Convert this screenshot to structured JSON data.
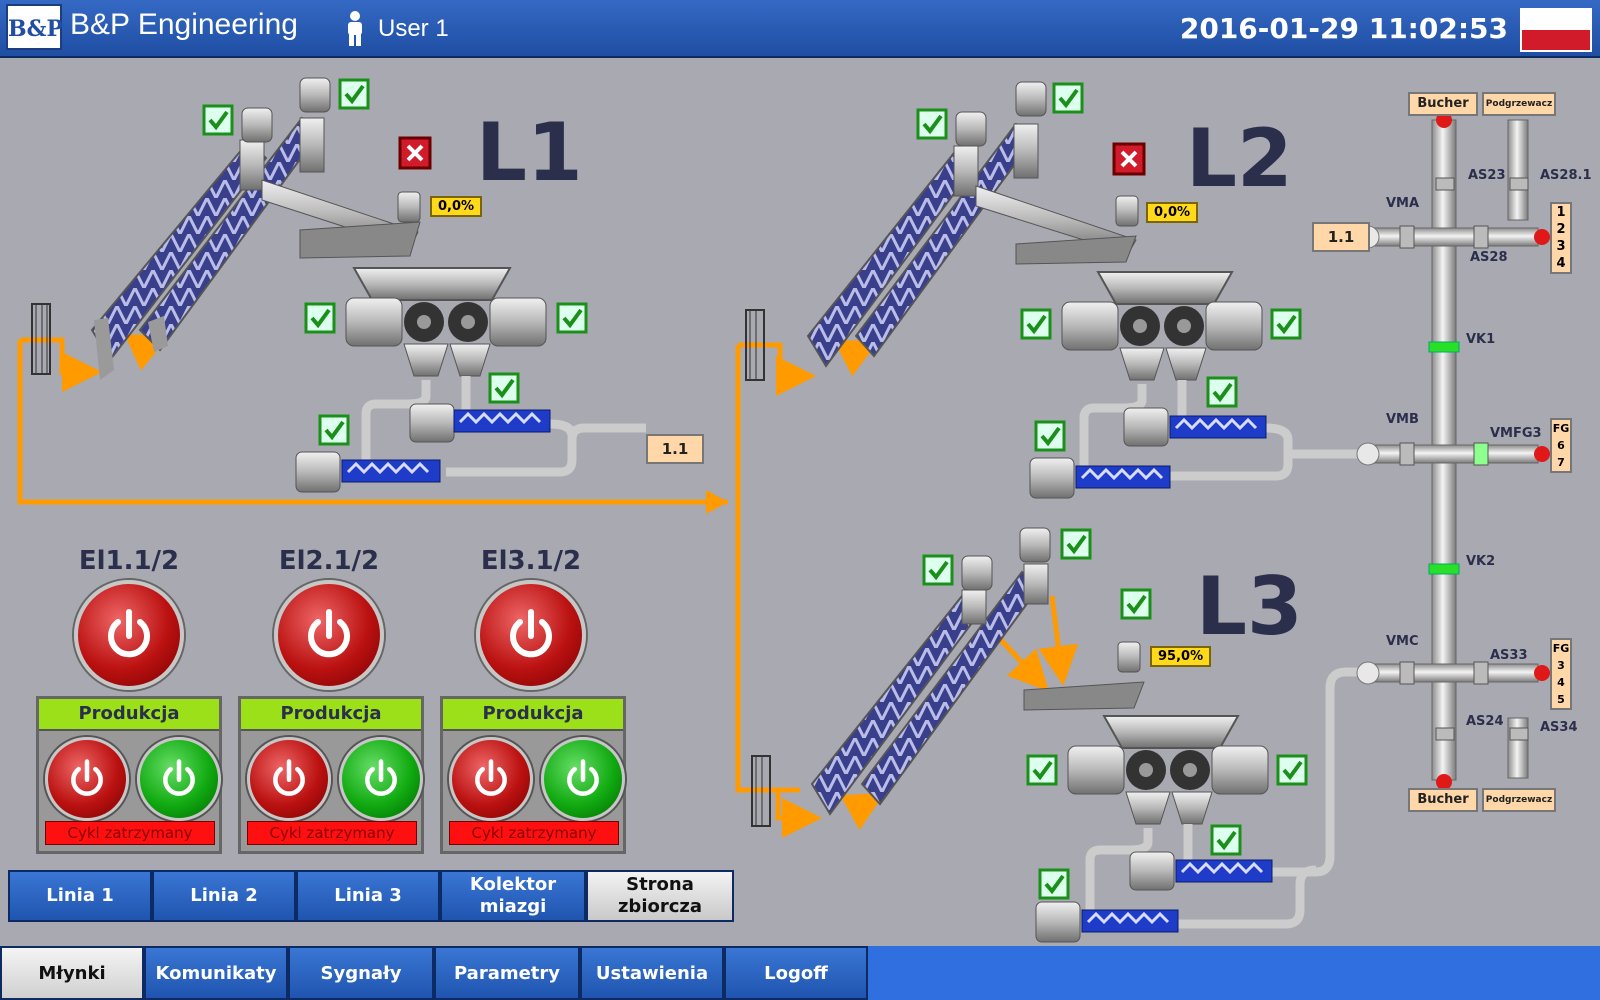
{
  "header": {
    "logo_text": "B&P",
    "company": "B&P Engineering",
    "user": "User 1",
    "datetime": "2016-01-29 11:02:53"
  },
  "lines": {
    "l1": {
      "label": "L1",
      "percent": "0,0%",
      "outlet": "1.1"
    },
    "l2": {
      "label": "L2",
      "percent": "0,0%"
    },
    "l3": {
      "label": "L3",
      "percent": "95,0%"
    }
  },
  "piping": {
    "bucher_top": "Bucher",
    "podgrzewacz_top": "Podgrzewacz",
    "bucher_bottom": "Bucher",
    "podgrzewacz_bottom": "Podgrzewacz",
    "inlet_tag": "1.1",
    "tag_1234": [
      "1",
      "2",
      "3",
      "4"
    ],
    "tag_fg67": [
      "FG",
      "6",
      "7"
    ],
    "tag_fg345": [
      "FG",
      "3",
      "4",
      "5"
    ],
    "valves": {
      "as23": "AS23",
      "as28_1": "AS28.1",
      "vma": "VMA",
      "as28": "AS28",
      "vk1": "VK1",
      "vmb": "VMB",
      "vmfg3": "VMFG3",
      "vk2": "VK2",
      "vmc": "VMC",
      "as33": "AS33",
      "as24": "AS24",
      "as34": "AS34"
    }
  },
  "elevators": [
    {
      "title": "El1.1/2",
      "panel": "Produkcja",
      "status": "Cykl zatrzymany"
    },
    {
      "title": "El2.1/2",
      "panel": "Produkcja",
      "status": "Cykl zatrzymany"
    },
    {
      "title": "El3.1/2",
      "panel": "Produkcja",
      "status": "Cykl zatrzymany"
    }
  ],
  "nav": {
    "linia1": "Linia 1",
    "linia2": "Linia 2",
    "linia3": "Linia 3",
    "kolektor": "Kolektor miazgi",
    "strona": "Strona zbiorcza"
  },
  "tabs": {
    "mlynki": "Młynki",
    "komunikaty": "Komunikaty",
    "sygnaly": "Sygnały",
    "parametry": "Parametry",
    "ustawienia": "Ustawienia",
    "logoff": "Logoff"
  },
  "colors": {
    "accent": "#1f4ea3",
    "flow_arrow": "#ff9a00",
    "status_ok": "#2aa02a",
    "status_alarm": "#d11a2a",
    "production": "#9be018"
  }
}
